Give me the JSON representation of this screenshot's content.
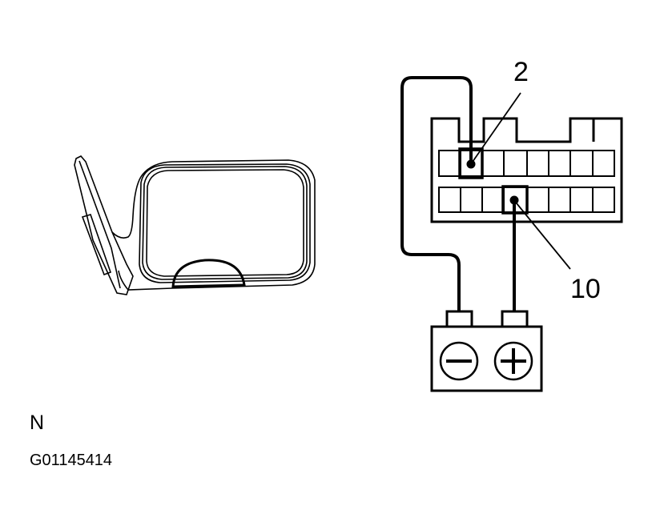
{
  "callouts": {
    "pin_a": "2",
    "pin_b": "10"
  },
  "battery": {
    "negative_symbol": "minus",
    "positive_symbol": "plus"
  },
  "footer": {
    "view_code": "N",
    "figure_id": "G01145414"
  },
  "colors": {
    "ink": "#000000",
    "background": "#ffffff"
  }
}
